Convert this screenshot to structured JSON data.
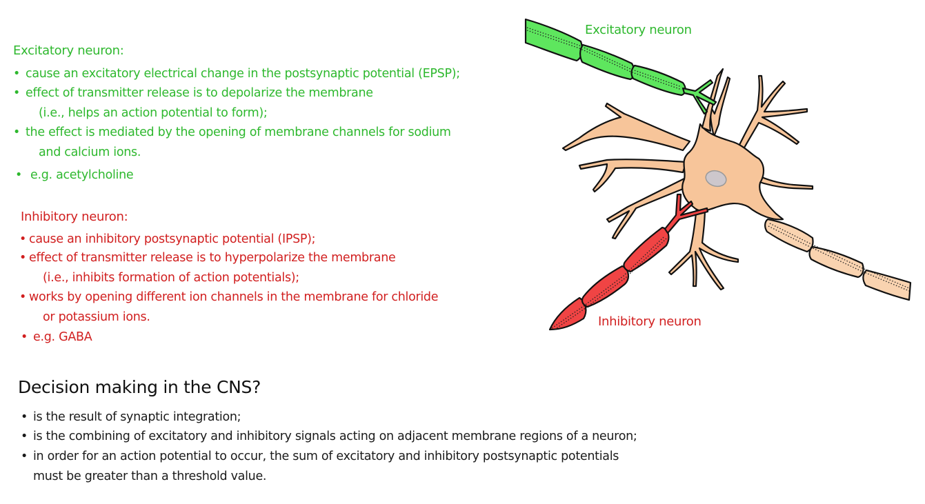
{
  "excitatory": {
    "heading": "Excitatory neuron:",
    "bullet_glyph": "•",
    "items": [
      "cause an excitatory electrical change in the postsynaptic potential (EPSP);",
      "effect of transmitter release is to depolarize the membrane",
      "(i.e., helps an action potential to form);",
      "the  effect is mediated by the opening of membrane channels for sodium",
      "and calcium ions.",
      "e.g. acetylcholine"
    ],
    "color": "#2eb82e"
  },
  "inhibitory": {
    "heading": "Inhibitory neuron:",
    "bullet_glyph": "•",
    "items": [
      "cause an inhibitory postsynaptic potential (IPSP);",
      "effect of transmitter release is to hyperpolarize the membrane",
      "(i.e., inhibits formation of action potentials);",
      "works by opening different ion channels in the membrane for chloride",
      "or potassium ions.",
      "e.g. GABA"
    ],
    "color": "#d11f1f"
  },
  "cns": {
    "title": "Decision making in the CNS?",
    "bullet_glyph": "•",
    "items": [
      "is the result of synaptic integration;",
      "is the combining of excitatory and inhibitory signals acting on adjacent membrane regions of a neuron;",
      "in order for an action potential to occur, the sum of excitatory and inhibitory postsynaptic potentials",
      "must be greater than a threshold value."
    ]
  },
  "diagram": {
    "excitatory_label": "Excitatory neuron",
    "inhibitory_label": "Inhibitory neuron",
    "colors": {
      "excitatory_axon": "#5ee65e",
      "inhibitory_axon": "#f04444",
      "soma": "#f7c59a",
      "postsynaptic_axon": "#f9d3b0",
      "nucleus": "#cdc7cc",
      "outline": "#111111"
    }
  }
}
